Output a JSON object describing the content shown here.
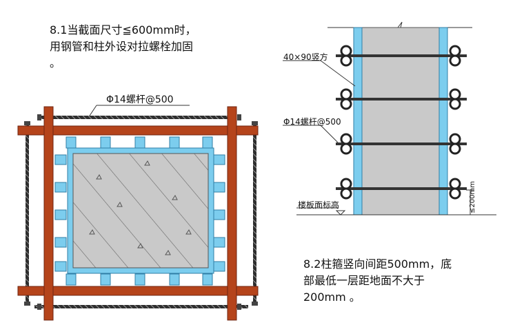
{
  "note_top_left": {
    "line1": "8.1当截面尺寸≦600mm时，",
    "line2": "用钢管和柱外设对拉螺栓加固",
    "line3": "。"
  },
  "note_bottom_right": {
    "line1": "8.2柱箍竖向间距500mm，底",
    "line2": "部最低一层距地面不大于",
    "line3": "200mm 。"
  },
  "plan_view": {
    "bolt_label": "Φ14螺杆@500"
  },
  "elevation_view": {
    "timber_label": "40×90竖方",
    "bolt_label": "Φ14螺杆@500",
    "floor_label": "楼板面标高",
    "dim_label": "≤200mm"
  },
  "colors": {
    "steel_pipe": "#b5441b",
    "timber": "#7ccdee",
    "concrete": "#c9c9c9",
    "bolt": "#333333"
  }
}
